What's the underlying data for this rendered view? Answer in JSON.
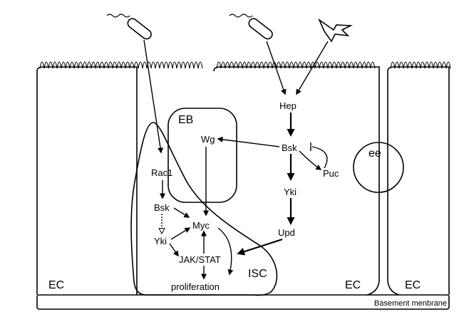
{
  "labels": {
    "ec_left": "EC",
    "ec_mid": "EC",
    "ec_right": "EC",
    "eb": "EB",
    "ee": "ee",
    "isc": "ISC",
    "basement": "Basement menbrane",
    "wg": "Wg",
    "rac1": "Rac1",
    "bsk_isc": "Bsk",
    "yki_isc": "Yki",
    "myc": "Myc",
    "jakstat": "JAK/STAT",
    "proliferation": "proliferation",
    "hep": "Hep",
    "bsk_ec": "Bsk",
    "puc": "Puc",
    "yki_ec": "Yki",
    "upd": "Upd"
  },
  "colors": {
    "line": "#000000",
    "background": "#ffffff"
  },
  "icons": [
    "bacteria-icon",
    "bacteria-icon",
    "lightning-icon"
  ]
}
